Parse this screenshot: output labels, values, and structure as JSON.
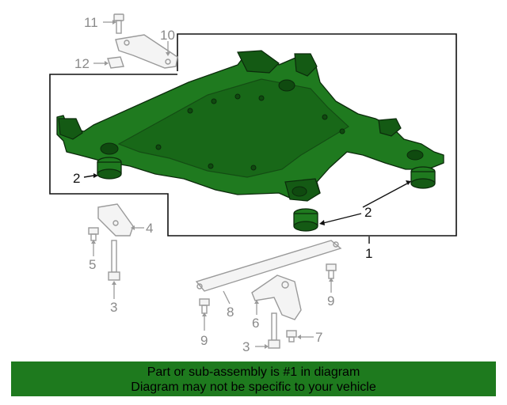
{
  "callouts": {
    "c1": "1",
    "c2_left": "2",
    "c2_right": "2",
    "c3_left": "3",
    "c3_bottom": "3",
    "c4": "4",
    "c5": "5",
    "c6": "6",
    "c7": "7",
    "c8": "8",
    "c9_left": "9",
    "c9_right": "9",
    "c10": "10",
    "c11": "11",
    "c12": "12"
  },
  "banner": {
    "line1": "Part or sub-assembly is #1 in diagram",
    "line2": "Diagram may not be specific to your vehicle"
  },
  "colors": {
    "highlight": "#1f7a1f",
    "banner": "#1e7a1e",
    "line_art": "#9a9a9a"
  }
}
